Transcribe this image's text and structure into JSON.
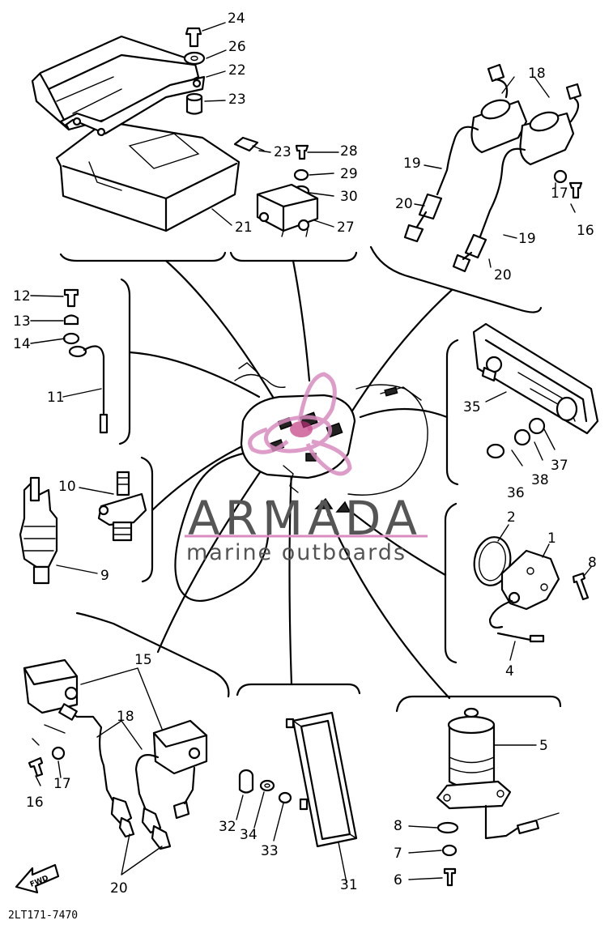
{
  "diagram": {
    "part_labels": {
      "p1": "1",
      "p2": "2",
      "p4": "4",
      "p5": "5",
      "p6": "6",
      "p7": "7",
      "p8a": "8",
      "p8b": "8",
      "p9": "9",
      "p10": "10",
      "p11": "11",
      "p12": "12",
      "p13": "13",
      "p14": "14",
      "p15": "15",
      "p16a": "16",
      "p16b": "16",
      "p17a": "17",
      "p17b": "17",
      "p18a": "18",
      "p18b": "18",
      "p19a": "19",
      "p19b": "19",
      "p20a": "20",
      "p20b": "20",
      "p20c": "20",
      "p21": "21",
      "p22": "22",
      "p23a": "23",
      "p23b": "23",
      "p24": "24",
      "p26": "26",
      "p27": "27",
      "p28": "28",
      "p29": "29",
      "p30": "30",
      "p31": "31",
      "p32": "32",
      "p33": "33",
      "p34": "34",
      "p35": "35",
      "p36": "36",
      "p37": "37",
      "p38": "38"
    },
    "fwd_label": "FWD",
    "drawing_code": "2LT171-7470"
  },
  "watermark": {
    "brand": "ARMADA",
    "tagline": "marine outboards",
    "logo_color": "#d98cc0",
    "text_color": "#555555"
  }
}
